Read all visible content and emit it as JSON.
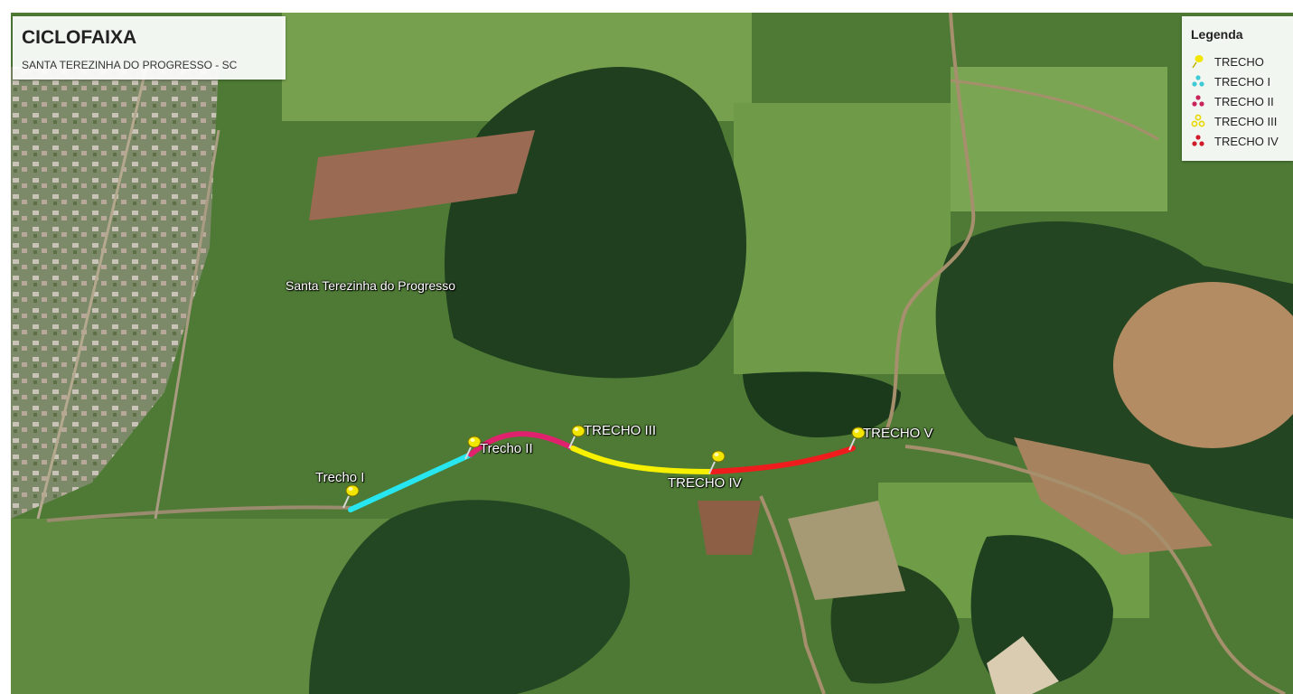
{
  "header": {
    "title": "CICLOFAIXA",
    "subtitle": "SANTA TEREZINHA DO PROGRESSO - SC"
  },
  "legend": {
    "title": "Legenda",
    "items": [
      {
        "label": "TRECHO",
        "icon": "yellow-pushpin-icon",
        "color": "#f2e600"
      },
      {
        "label": "TRECHO I",
        "icon": "cyan-dots-icon",
        "color": "#3ec9d6"
      },
      {
        "label": "TRECHO II",
        "icon": "magenta-dots-icon",
        "color": "#c8245a"
      },
      {
        "label": "TRECHO III",
        "icon": "yellow-dots-icon",
        "color": "#e8d800"
      },
      {
        "label": "TRECHO IV",
        "icon": "red-dots-icon",
        "color": "#d11a2a"
      }
    ]
  },
  "map": {
    "place_label": "Santa Terezinha do Progresso",
    "segment_labels": {
      "trecho_1": "Trecho I",
      "trecho_2": "Trecho II",
      "trecho_3": "TRECHO III",
      "trecho_4": "TRECHO IV",
      "trecho_5": "TRECHO V"
    },
    "segment_colors": {
      "trecho_1": "#28e6f0",
      "trecho_2": "#e0226e",
      "trecho_3": "#f7f000",
      "trecho_4": "#ee1c1c"
    }
  }
}
